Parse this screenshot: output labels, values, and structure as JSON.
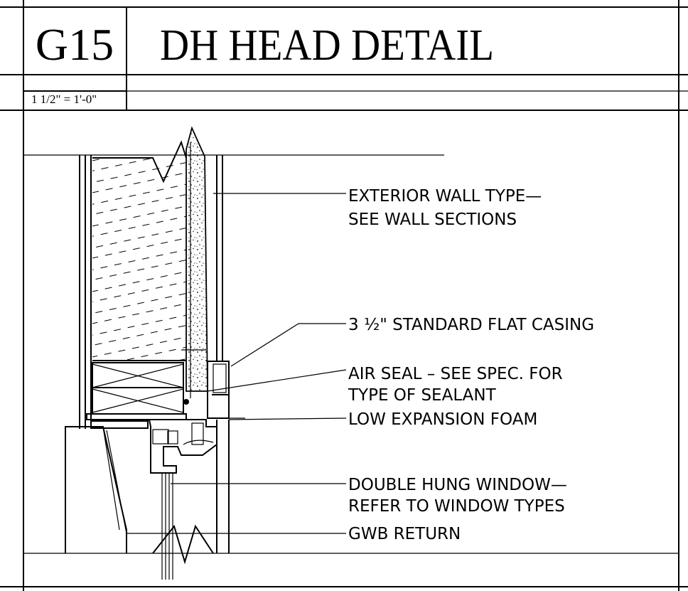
{
  "sheet": {
    "detail_number": "G15",
    "detail_title": "DH HEAD DETAIL",
    "scale": "1 1/2\" = 1'-0\""
  },
  "callouts": [
    {
      "id": "exterior-wall",
      "lines": [
        "EXTERIOR WALL TYPE—",
        "SEE WALL SECTIONS"
      ]
    },
    {
      "id": "flat-casing",
      "lines": [
        "3 ½\" STANDARD FLAT CASING"
      ]
    },
    {
      "id": "air-seal",
      "lines": [
        "AIR SEAL – SEE SPEC. FOR",
        "TYPE OF SEALANT"
      ]
    },
    {
      "id": "foam",
      "lines": [
        "LOW EXPANSION FOAM"
      ]
    },
    {
      "id": "dh-window",
      "lines": [
        "DOUBLE HUNG WINDOW—",
        "REFER TO WINDOW TYPES"
      ]
    },
    {
      "id": "gwb-return",
      "lines": [
        "GWB RETURN"
      ]
    }
  ]
}
